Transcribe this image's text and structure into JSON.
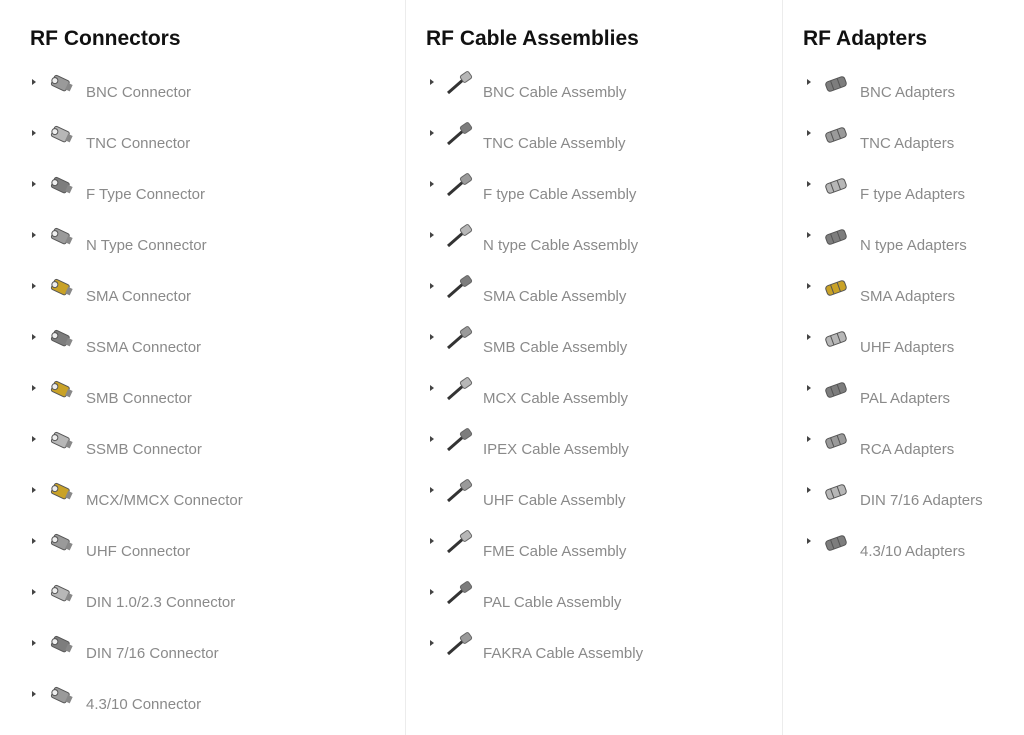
{
  "columns": [
    {
      "title": "RF Connectors",
      "items": [
        {
          "label": "BNC Connector",
          "icon": "bnc-connector-icon"
        },
        {
          "label": "TNC Connector",
          "icon": "tnc-connector-icon"
        },
        {
          "label": "F Type Connector",
          "icon": "f-type-connector-icon"
        },
        {
          "label": "N Type Connector",
          "icon": "n-type-connector-icon"
        },
        {
          "label": "SMA Connector",
          "icon": "sma-connector-icon"
        },
        {
          "label": "SSMA Connector",
          "icon": "ssma-connector-icon"
        },
        {
          "label": "SMB Connector",
          "icon": "smb-connector-icon"
        },
        {
          "label": "SSMB Connector",
          "icon": "ssmb-connector-icon"
        },
        {
          "label": "MCX/MMCX Connector",
          "icon": "mcx-connector-icon"
        },
        {
          "label": "UHF Connector",
          "icon": "uhf-connector-icon"
        },
        {
          "label": "DIN 1.0/2.3 Connector",
          "icon": "din-connector-icon"
        },
        {
          "label": "DIN 7/16 Connector",
          "icon": "din-716-connector-icon"
        },
        {
          "label": "4.3/10 Connector",
          "icon": "43-10-connector-icon"
        }
      ]
    },
    {
      "title": "RF Cable Assemblies",
      "items": [
        {
          "label": "BNC Cable Assembly",
          "icon": "bnc-cable-icon"
        },
        {
          "label": " TNC Cable Assembly",
          "icon": "tnc-cable-icon"
        },
        {
          "label": "F type Cable Assembly",
          "icon": "f-type-cable-icon"
        },
        {
          "label": "N type Cable Assembly",
          "icon": "n-type-cable-icon"
        },
        {
          "label": "SMA Cable Assembly",
          "icon": "sma-cable-icon"
        },
        {
          "label": "SMB Cable Assembly",
          "icon": "smb-cable-icon"
        },
        {
          "label": "MCX Cable Assembly",
          "icon": "mcx-cable-icon"
        },
        {
          "label": "IPEX Cable Assembly",
          "icon": "ipex-cable-icon"
        },
        {
          "label": "UHF Cable Assembly",
          "icon": "uhf-cable-icon"
        },
        {
          "label": "FME Cable Assembly",
          "icon": "fme-cable-icon"
        },
        {
          "label": "PAL Cable Assembly",
          "icon": "pal-cable-icon"
        },
        {
          "label": "FAKRA Cable Assembly",
          "icon": "fakra-cable-icon"
        }
      ]
    },
    {
      "title": "RF Adapters",
      "items": [
        {
          "label": "BNC Adapters",
          "icon": "bnc-adapter-icon"
        },
        {
          "label": "TNC Adapters",
          "icon": "tnc-adapter-icon"
        },
        {
          "label": "F type Adapters",
          "icon": "f-type-adapter-icon"
        },
        {
          "label": "N type Adapters",
          "icon": "n-type-adapter-icon"
        },
        {
          "label": "SMA Adapters",
          "icon": "sma-adapter-icon"
        },
        {
          "label": "UHF Adapters",
          "icon": "uhf-adapter-icon"
        },
        {
          "label": "PAL Adapters",
          "icon": "pal-adapter-icon"
        },
        {
          "label": "RCA Adapters",
          "icon": "rca-adapter-icon"
        },
        {
          "label": "DIN 7/16 Adapters",
          "icon": "din-716-adapter-icon"
        },
        {
          "label": "4.3/10 Adapters",
          "icon": "43-10-adapter-icon"
        }
      ]
    }
  ]
}
